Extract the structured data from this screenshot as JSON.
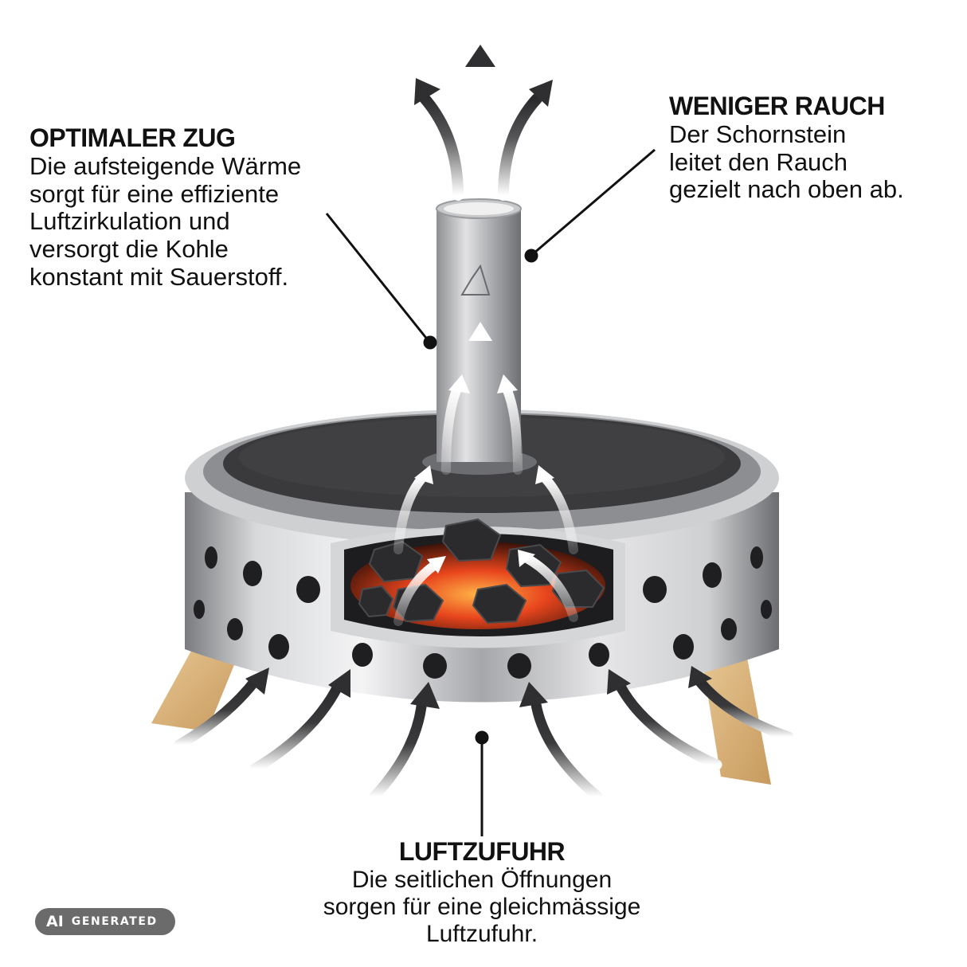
{
  "callouts": {
    "draft": {
      "title": "OPTIMALER ZUG",
      "lines": [
        "Die aufsteigende Wärme",
        "sorgt für eine effiziente",
        "Luftzirkulation und",
        "versorgt die Kohle",
        "konstant mit Sauerstoff."
      ]
    },
    "smoke": {
      "title": "WENIGER RAUCH",
      "lines": [
        "Der Schornstein",
        "leitet den Rauch",
        "gezielt nach oben ab."
      ]
    },
    "air": {
      "title": "LUFTZUFUHR",
      "lines": [
        "Die seitlichen Öffnungen",
        "sorgen für eine gleichmässige",
        "Luftzufuhr."
      ]
    }
  },
  "badge": {
    "ai": "AI",
    "label": "GENERATED"
  },
  "colors": {
    "steel_light": "#e9e9ea",
    "steel_dark": "#6f7073",
    "lid": "#3a3a3c",
    "ember": "#e8451d",
    "wood": "#d9b27c",
    "arrow": "#2f2f31"
  }
}
